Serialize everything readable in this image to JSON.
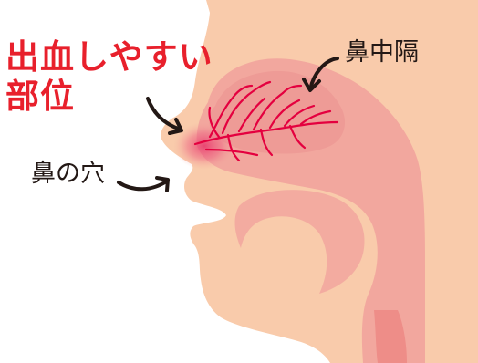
{
  "labels": {
    "bleed_site": [
      "出血しやすい",
      "部位"
    ],
    "septum": "鼻中隔",
    "nostril": "鼻の穴"
  },
  "colors": {
    "skin": "#f9cbab",
    "inner_cavity": "#f2a79e",
    "septum_area": "#ee9b96",
    "vessels": "#e4003f",
    "bleed_glow": "#e8336a",
    "highlight_text": "#e8202c",
    "text": "#231815",
    "arrow": "#231815"
  },
  "icons": [
    "curved-arrow-icon"
  ]
}
